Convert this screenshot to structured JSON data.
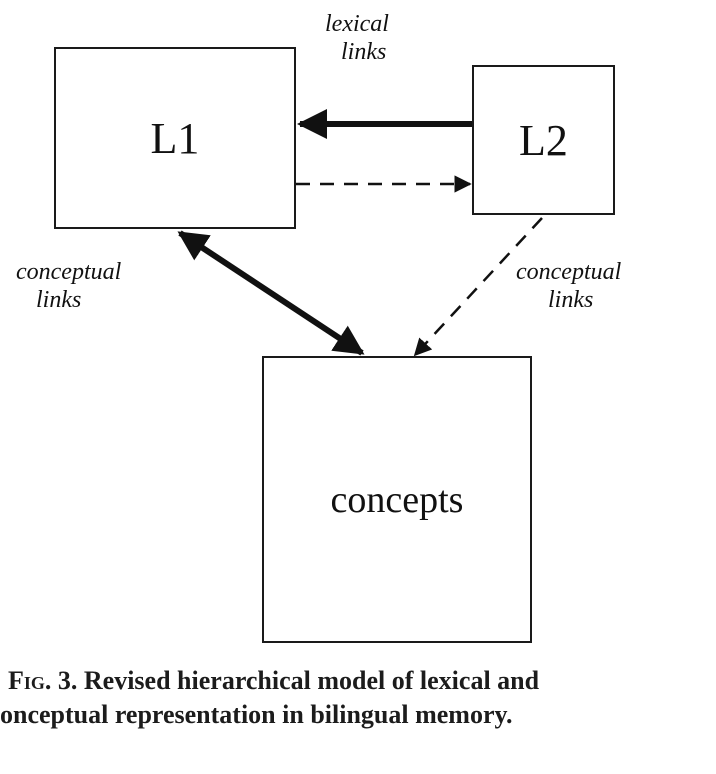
{
  "diagram": {
    "nodes": {
      "l1": "L1",
      "l2": "L2",
      "concepts": "concepts"
    },
    "labels": {
      "lexical_line1": "lexical",
      "lexical_line2": "links",
      "conceptual_left_line1": "conceptual",
      "conceptual_left_line2": "links",
      "conceptual_right_line1": "conceptual",
      "conceptual_right_line2": "links"
    },
    "edges": [
      {
        "from": "L2",
        "to": "L1",
        "style": "solid-thick",
        "kind": "lexical"
      },
      {
        "from": "L1",
        "to": "L2",
        "style": "dashed",
        "kind": "lexical"
      },
      {
        "from": "L1",
        "to": "concepts",
        "style": "solid-thick-bidirectional",
        "kind": "conceptual"
      },
      {
        "from": "L2",
        "to": "concepts",
        "style": "dashed",
        "kind": "conceptual"
      }
    ]
  },
  "caption": {
    "fig": "Fig.",
    "line1_rest": "3. Revised hierarchical model of lexical and",
    "line2": "onceptual representation in bilingual memory."
  }
}
